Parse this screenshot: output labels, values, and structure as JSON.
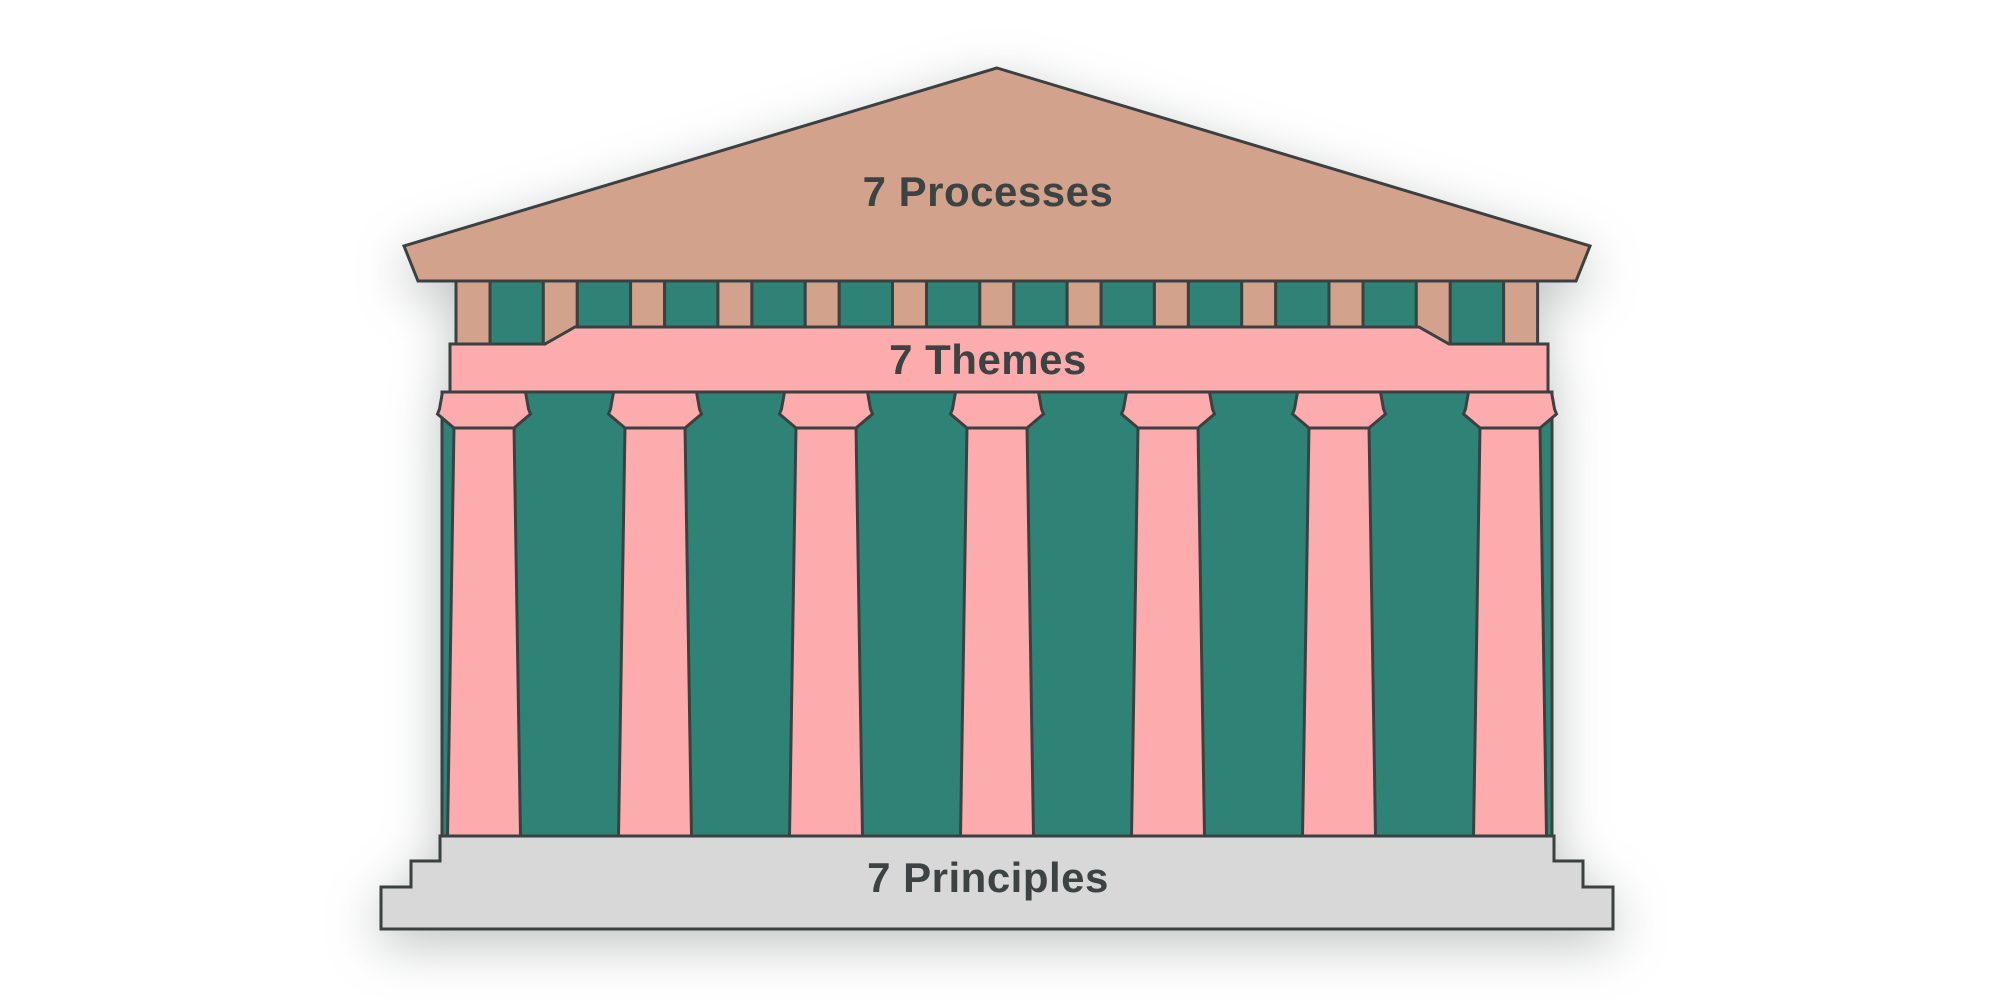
{
  "diagram": {
    "type": "classical-temple",
    "pediment": {
      "label": "7 Processes"
    },
    "frieze": {
      "pattern": "alternating",
      "tan_block_count": 13,
      "teal_block_count": 12
    },
    "architrave": {
      "label": "7 Themes"
    },
    "colonnade": {
      "column_count": 7
    },
    "base": {
      "label": "7 Principles"
    },
    "colors": {
      "tan": "#d2a28c",
      "teal": "#2e8376",
      "pink": "#fdacad",
      "gray": "#d8d8d8",
      "outline": "#3b4141",
      "text": "#3d4343",
      "background": "#ffffff"
    }
  }
}
